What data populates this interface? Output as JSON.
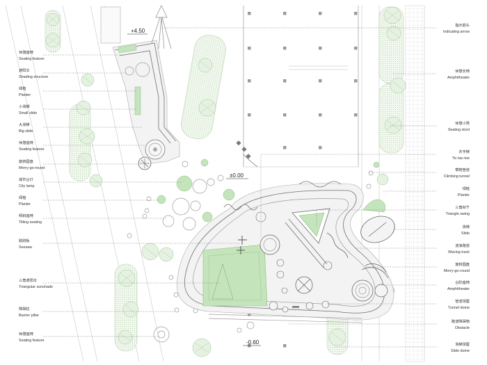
{
  "levels": {
    "top": "+4.50",
    "middle": "±0.00",
    "bottom": "-0.60"
  },
  "left_labels": [
    {
      "zh": "休憩座椅",
      "en": "Seating feature"
    },
    {
      "zh": "遮阳伞",
      "en": "Shading structure"
    },
    {
      "zh": "绿植",
      "en": "Planter"
    },
    {
      "zh": "小滑梯",
      "en": "Small slide"
    },
    {
      "zh": "大滑梯",
      "en": "Big slide"
    },
    {
      "zh": "休憩座椅",
      "en": "Seating feature"
    },
    {
      "zh": "旋转圆盘",
      "en": "Merry-go-round"
    },
    {
      "zh": "城市台灯",
      "en": "City lamp"
    },
    {
      "zh": "绿植",
      "en": "Planter"
    },
    {
      "zh": "倾斜座椅",
      "en": "Tilting seating"
    },
    {
      "zh": "跷跷板",
      "en": "Seesaw"
    },
    {
      "zh": "三角遮阳伞",
      "en": "Triangular sunshade"
    },
    {
      "zh": "障碍柱",
      "en": "Barrier pillar"
    },
    {
      "zh": "休憩座椅",
      "en": "Seating feature"
    }
  ],
  "right_labels": [
    {
      "zh": "指示箭头",
      "en": "Indicating arrow"
    },
    {
      "zh": "休憩长椅",
      "en": "Amphitheater"
    },
    {
      "zh": "休憩小凳",
      "en": "Seating stool"
    },
    {
      "zh": "井字棋",
      "en": "Tic-tac-toe"
    },
    {
      "zh": "攀爬管道",
      "en": "Climbing tunnel"
    },
    {
      "zh": "绿植",
      "en": "Planter"
    },
    {
      "zh": "三角秋千",
      "en": "Triangle swing"
    },
    {
      "zh": "滑梯",
      "en": "Slide"
    },
    {
      "zh": "波浪跑道",
      "en": "Waving track"
    },
    {
      "zh": "旋转圆盘",
      "en": "Merry-go-round"
    },
    {
      "zh": "台阶座椅",
      "en": "Amphitheater"
    },
    {
      "zh": "管道球屋",
      "en": "Tunnel dome"
    },
    {
      "zh": "跑道障碍物",
      "en": "Obstacle"
    },
    {
      "zh": "滑梯球屋",
      "en": "Slide dome"
    }
  ]
}
